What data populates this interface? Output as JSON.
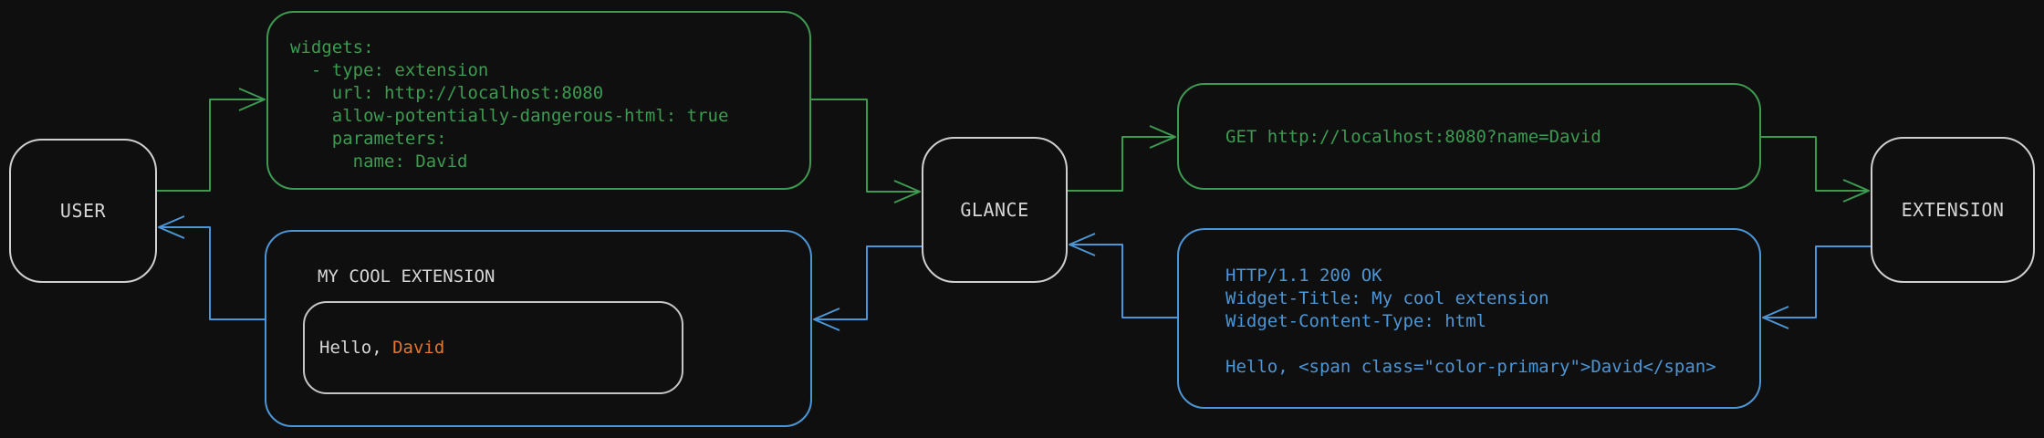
{
  "theme": {
    "background": "#0f0f0f",
    "green": "#3c9b50",
    "blue": "#4d96d6",
    "white": "#cfcfcf",
    "text": "#d6d6d6",
    "orange": "#e2762e"
  },
  "nodes": {
    "user": {
      "label": "USER"
    },
    "glance": {
      "label": "GLANCE"
    },
    "extension": {
      "label": "EXTENSION"
    }
  },
  "config_box": {
    "lines": [
      "widgets:",
      "  - type: extension",
      "    url: http://localhost:8080",
      "    allow-potentially-dangerous-html: true",
      "    parameters:",
      "      name: David"
    ]
  },
  "request_box": {
    "text": "GET http://localhost:8080?name=David"
  },
  "response_box": {
    "lines": [
      "HTTP/1.1 200 OK",
      "Widget-Title: My cool extension",
      "Widget-Content-Type: html",
      "",
      "Hello, <span class=\"color-primary\">David</span>"
    ]
  },
  "widget_box": {
    "title": "MY COOL EXTENSION",
    "greeting_prefix": "Hello, ",
    "greeting_name": "David"
  }
}
